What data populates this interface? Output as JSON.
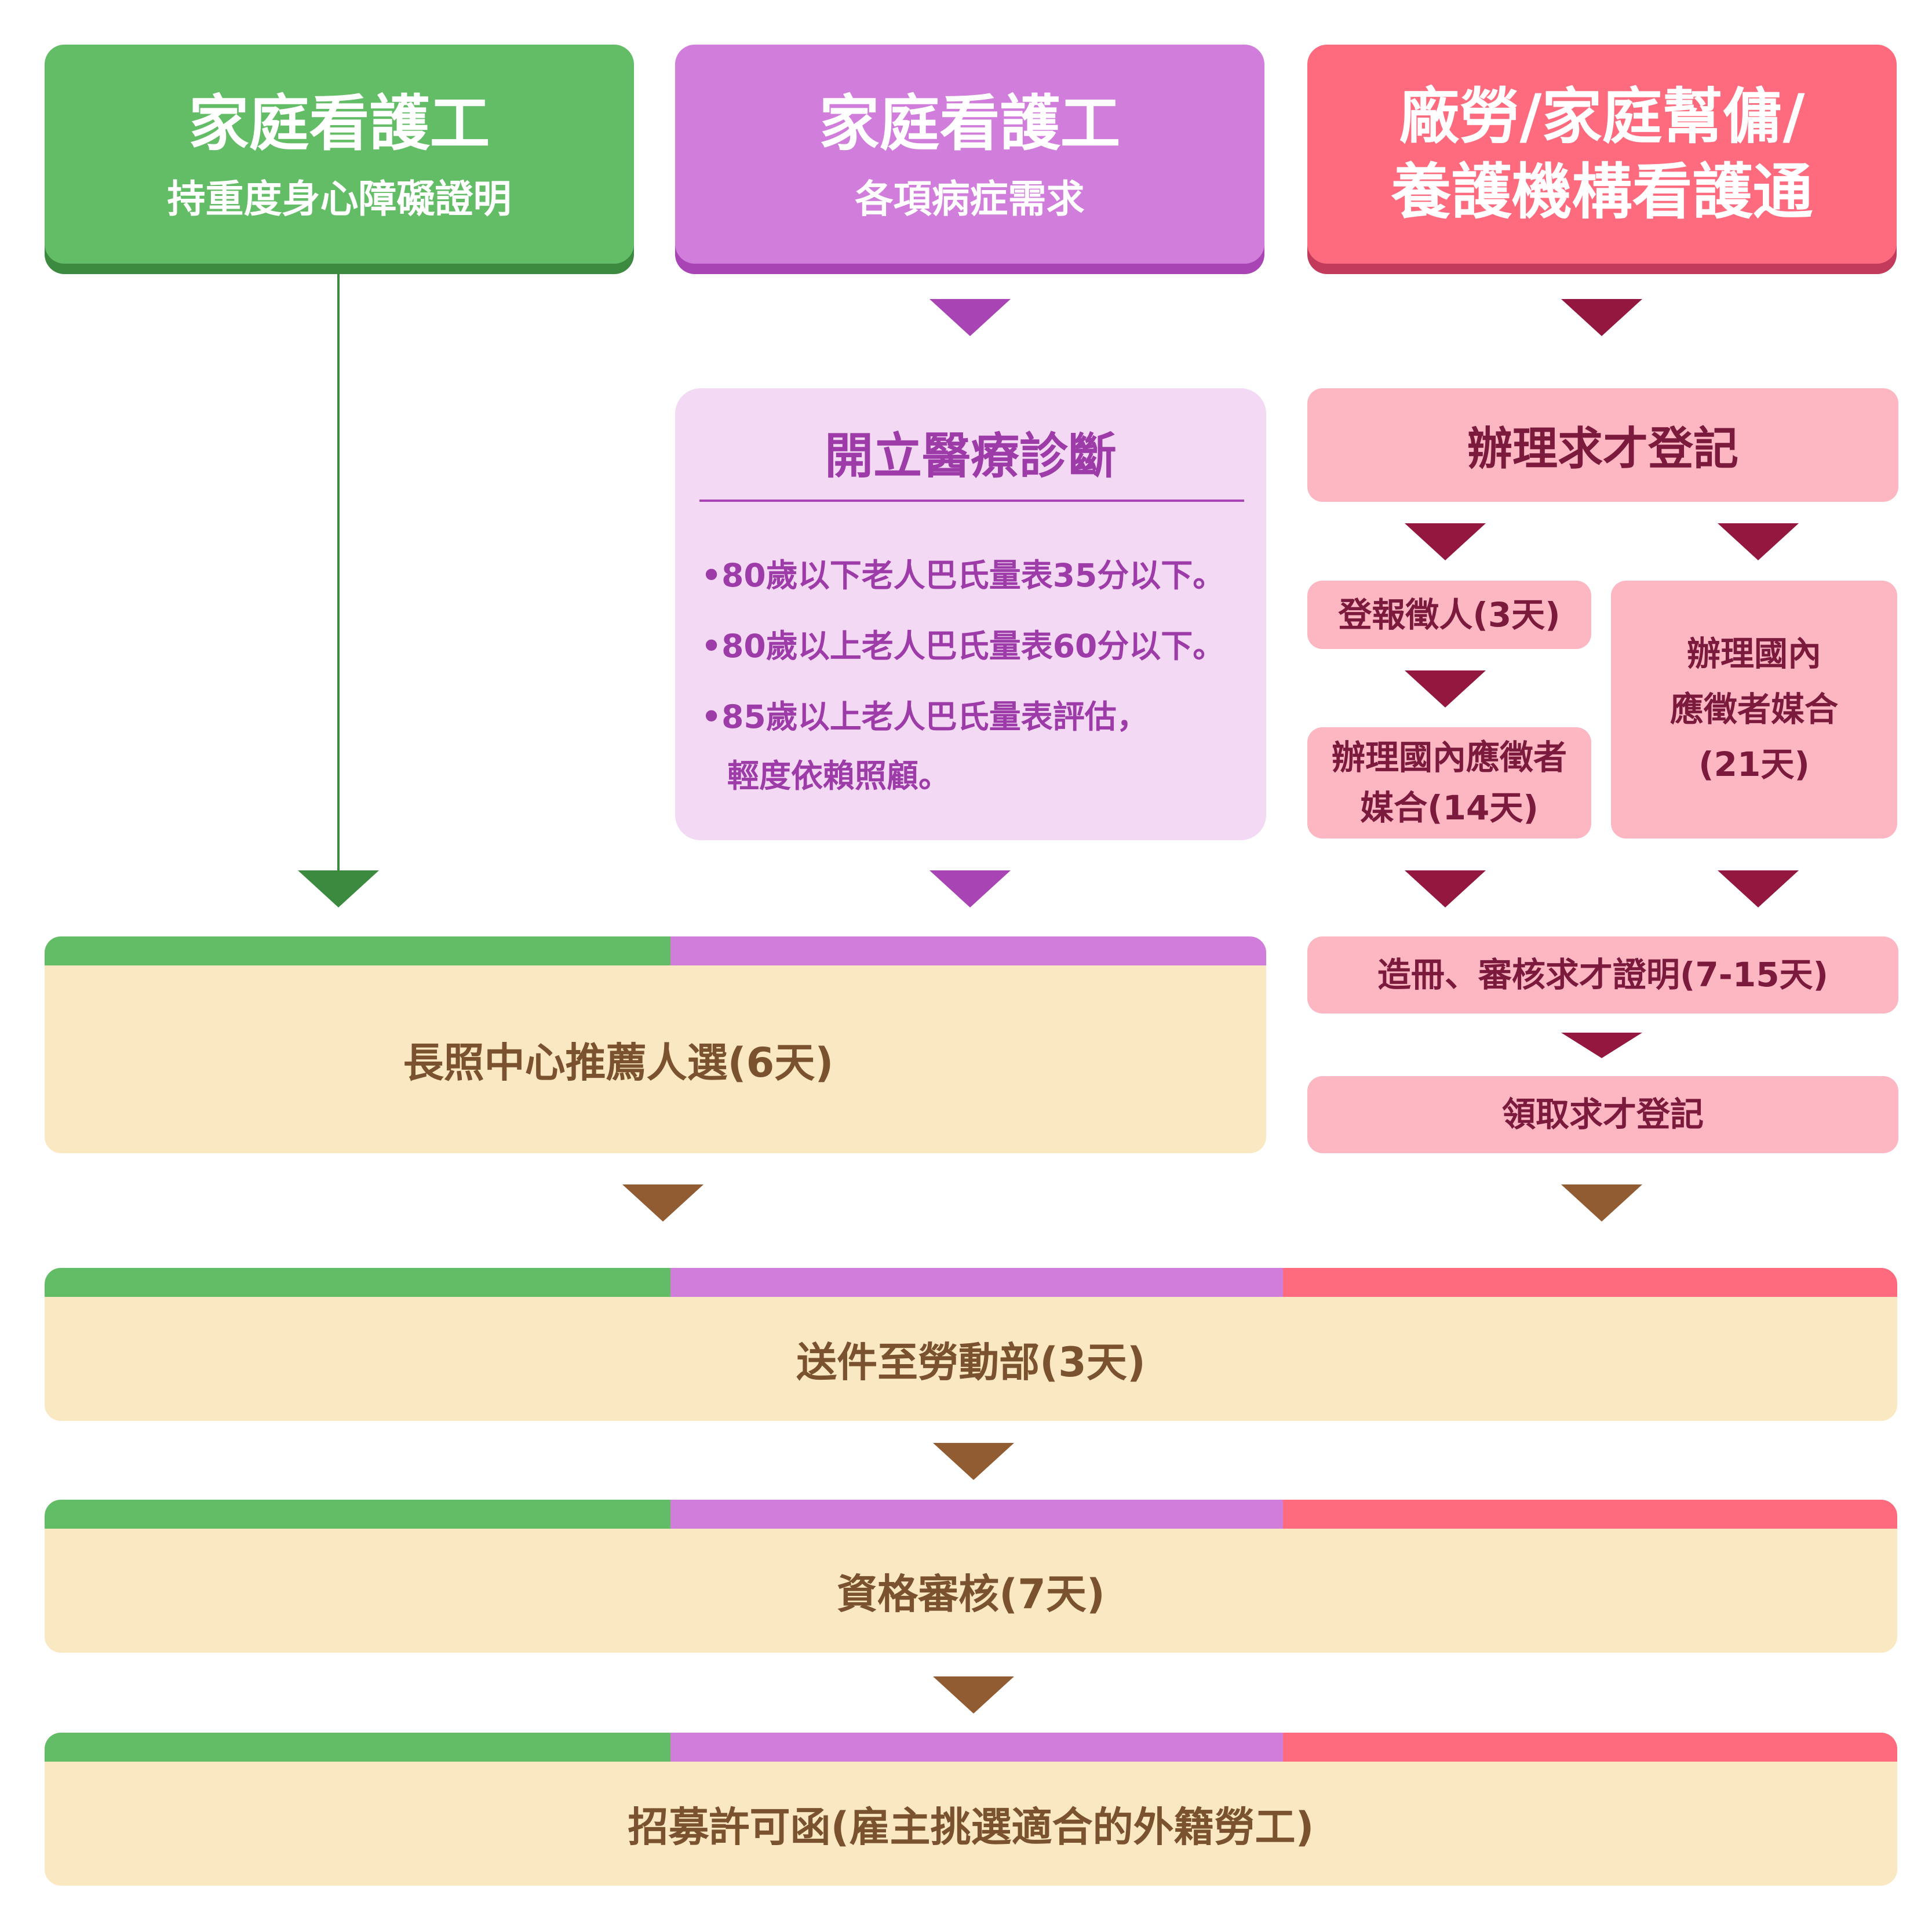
{
  "columns": {
    "left": {
      "title": "家庭看護工",
      "subtitle": "持重度身心障礙證明"
    },
    "middle": {
      "title": "家庭看護工",
      "subtitle": "各項病症需求"
    },
    "right": {
      "title_line1": "廠勞/家庭幫傭/",
      "title_line2": "養護機構看護通"
    }
  },
  "medical": {
    "title": "開立醫療診斷",
    "items": [
      "•80歲以下老人巴氏量表35分以下。",
      "•80歲以上老人巴氏量表60分以下。",
      "•85歲以上老人巴氏量表評估，",
      "輕度依賴照顧。"
    ]
  },
  "recruit": {
    "title": "辦理求才登記",
    "report": "登報徵人(3天)",
    "match14_line1": "辦理國內應徵者",
    "match14_line2": "媒合(14天)",
    "match21_line1": "辦理國內",
    "match21_line2": "應徵者媒合",
    "match21_line3": "(21天)",
    "register": "造冊、審核求才證明(7-15天)",
    "collect": "領取求才登記"
  },
  "steps": {
    "ltc": "長照中心推薦人選(6天)",
    "submit": "送件至勞動部(3天)",
    "review": "資格審核(7天)",
    "permit": "招募許可函(雇主挑選適合的外籍勞工)"
  },
  "colors": {
    "green": "#63bd67",
    "purple": "#d17ddb",
    "red": "#fe6b7e",
    "pink": "#fdb7c3",
    "beige": "#f9e8c1",
    "brown": "#915c31"
  }
}
